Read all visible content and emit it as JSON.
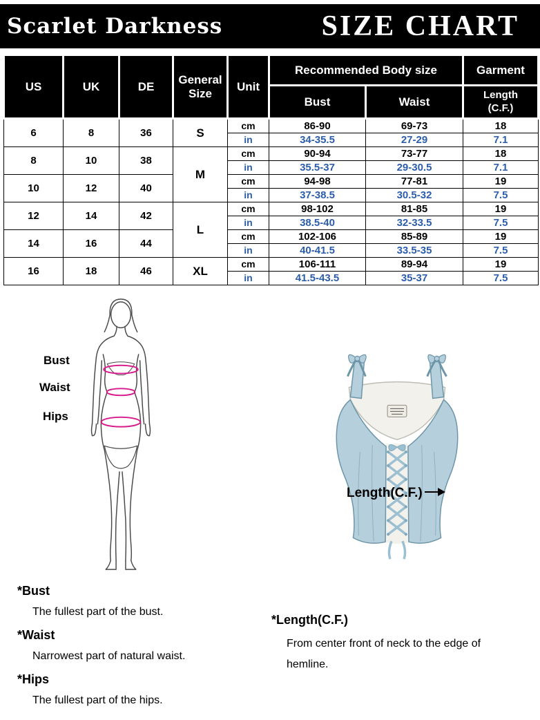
{
  "colors": {
    "header_bg": "#000000",
    "header_text": "#ffffff",
    "inch_row_text": "#2b5dab",
    "measure_line_pink": "#d81b8c",
    "corset_blue": "#b5cfdd"
  },
  "header": {
    "brand": "Scarlet Darkness",
    "title": "SIZE CHART"
  },
  "table": {
    "headers": {
      "us": "US",
      "uk": "UK",
      "de": "DE",
      "general_size": "General Size",
      "unit": "Unit",
      "body_size": "Recommended Body size",
      "bust": "Bust",
      "waist": "Waist",
      "garment": "Garment",
      "length": "Length (C.F.)"
    },
    "units": {
      "cm": "cm",
      "in": "in"
    },
    "rows": [
      {
        "us": "6",
        "uk": "8",
        "de": "36",
        "size": "S",
        "cm": {
          "bust": "86-90",
          "waist": "69-73",
          "length": "18"
        },
        "in": {
          "bust": "34-35.5",
          "waist": "27-29",
          "length": "7.1"
        }
      },
      {
        "us": "8",
        "uk": "10",
        "de": "38",
        "size": "M",
        "cm": {
          "bust": "90-94",
          "waist": "73-77",
          "length": "18"
        },
        "in": {
          "bust": "35.5-37",
          "waist": "29-30.5",
          "length": "7.1"
        }
      },
      {
        "us": "10",
        "uk": "12",
        "de": "40",
        "cm": {
          "bust": "94-98",
          "waist": "77-81",
          "length": "19"
        },
        "in": {
          "bust": "37-38.5",
          "waist": "30.5-32",
          "length": "7.5"
        }
      },
      {
        "us": "12",
        "uk": "14",
        "de": "42",
        "size": "L",
        "cm": {
          "bust": "98-102",
          "waist": "81-85",
          "length": "19"
        },
        "in": {
          "bust": "38.5-40",
          "waist": "32-33.5",
          "length": "7.5"
        }
      },
      {
        "us": "14",
        "uk": "16",
        "de": "44",
        "cm": {
          "bust": "102-106",
          "waist": "85-89",
          "length": "19"
        },
        "in": {
          "bust": "40-41.5",
          "waist": "33.5-35",
          "length": "7.5"
        }
      },
      {
        "us": "16",
        "uk": "18",
        "de": "46",
        "size": "XL",
        "cm": {
          "bust": "106-111",
          "waist": "89-94",
          "length": "19"
        },
        "in": {
          "bust": "41.5-43.5",
          "waist": "35-37",
          "length": "7.5"
        }
      }
    ]
  },
  "body_diagram": {
    "bust_label": "Bust",
    "waist_label": "Waist",
    "hips_label": "Hips"
  },
  "garment_diagram": {
    "length_label": "Length(C.F.)"
  },
  "notes_left": [
    {
      "term": "*Bust",
      "desc": "The fullest part of the bust."
    },
    {
      "term": "*Waist",
      "desc": "Narrowest part of natural waist."
    },
    {
      "term": "*Hips",
      "desc": "The fullest part of the hips."
    }
  ],
  "notes_right": [
    {
      "term": "*Length(C.F.)",
      "desc": "From center front of neck to the edge of hemline."
    }
  ]
}
